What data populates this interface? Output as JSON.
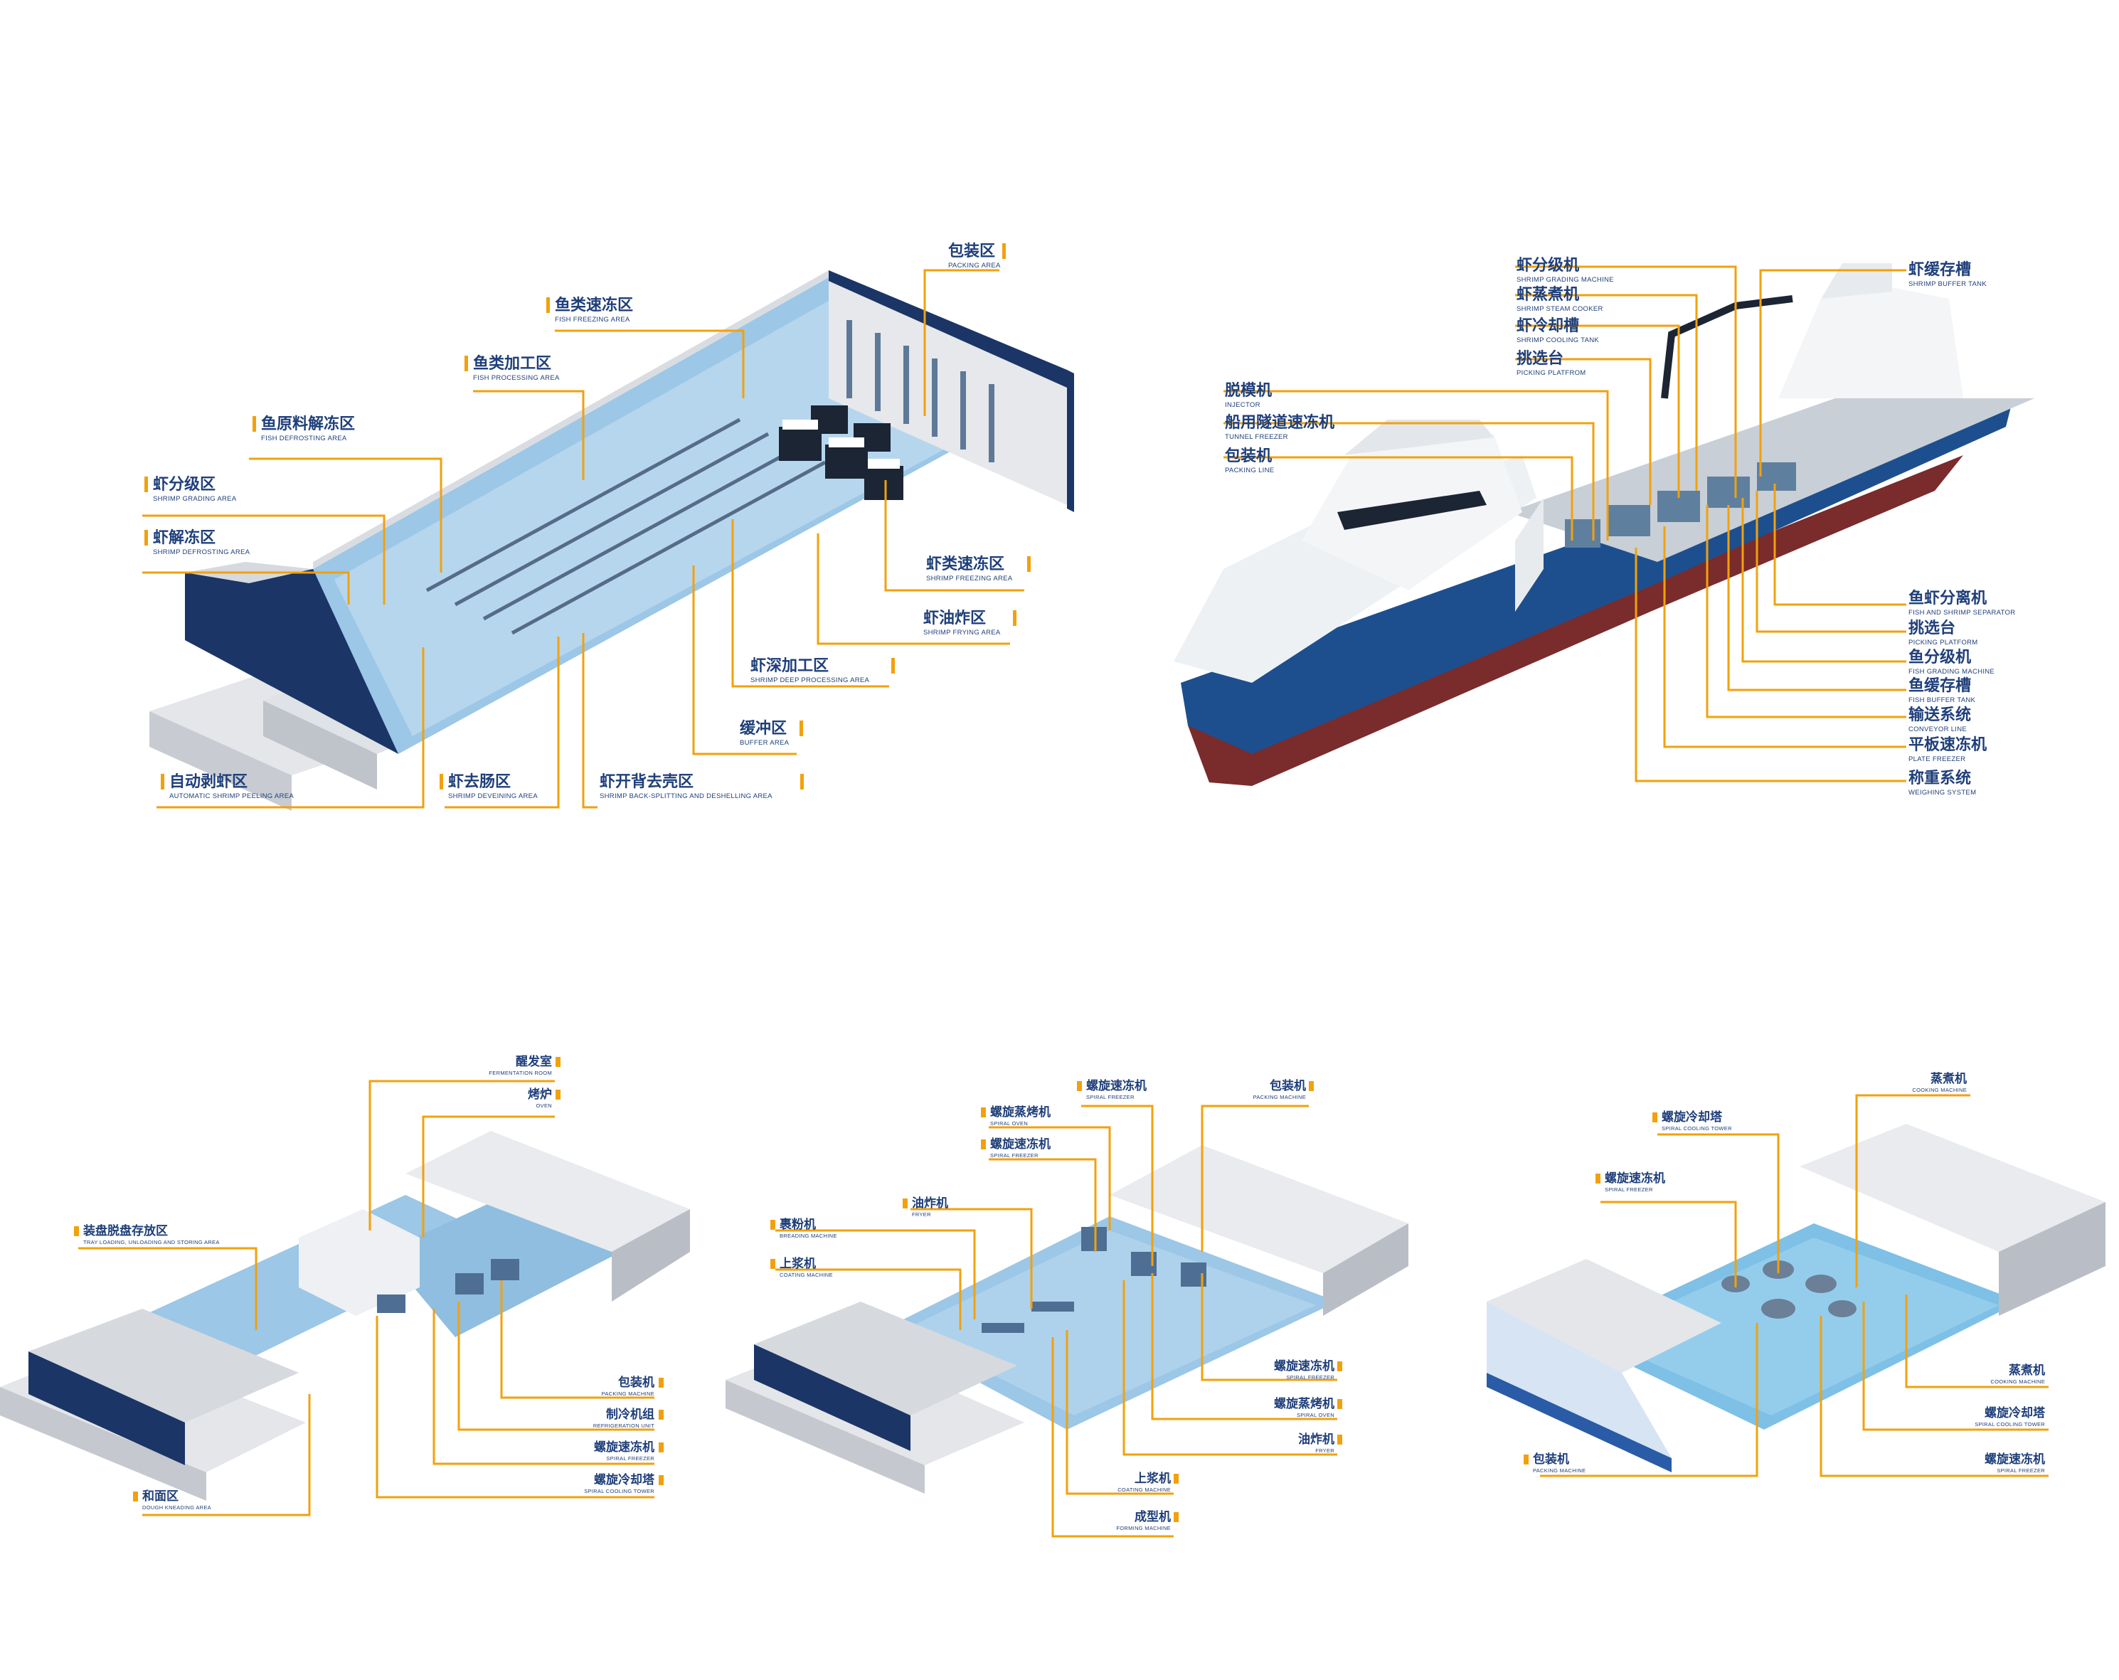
{
  "colors": {
    "accent": "#f2a10c",
    "label": "#1f3f7a",
    "hull_blue": "#1d4f8f",
    "hull_red": "#7a2b2b",
    "floor_blue": "#7fb6dc",
    "wall_grey": "#c9ccd1"
  },
  "factory_ship": {
    "labels": [
      {
        "cn": "包装区",
        "en": "PACKING AREA"
      },
      {
        "cn": "鱼类速冻区",
        "en": "FISH FREEZING AREA"
      },
      {
        "cn": "鱼类加工区",
        "en": "FISH PROCESSING AREA"
      },
      {
        "cn": "鱼原料解冻区",
        "en": "FISH DEFROSTING AREA"
      },
      {
        "cn": "虾分级区",
        "en": "SHRIMP GRADING AREA"
      },
      {
        "cn": "虾解冻区",
        "en": "SHRIMP DEFROSTING AREA"
      },
      {
        "cn": "虾类速冻区",
        "en": "SHRIMP FREEZING AREA"
      },
      {
        "cn": "虾油炸区",
        "en": "SHRIMP FRYING AREA"
      },
      {
        "cn": "虾深加工区",
        "en": "SHRIMP DEEP PROCESSING AREA"
      },
      {
        "cn": "缓冲区",
        "en": "BUFFER AREA"
      },
      {
        "cn": "自动剥虾区",
        "en": "AUTOMATIC SHRIMP PEELING AREA"
      },
      {
        "cn": "虾去肠区",
        "en": "SHRIMP DEVEINING AREA"
      },
      {
        "cn": "虾开背去壳区",
        "en": "SHRIMP BACK-SPLITTING AND DESHELLING AREA"
      }
    ]
  },
  "vessel": {
    "labels": [
      {
        "cn": "虾分级机",
        "en": "SHRIMP GRADING MACHINE"
      },
      {
        "cn": "虾蒸煮机",
        "en": "SHRIMP STEAM COOKER"
      },
      {
        "cn": "虾冷却槽",
        "en": "SHRIMP COOLING TANK"
      },
      {
        "cn": "挑选台",
        "en": "PICKING PLATFROM"
      },
      {
        "cn": "脱模机",
        "en": "INJECTOR"
      },
      {
        "cn": "船用隧道速冻机",
        "en": "TUNNEL FREEZER"
      },
      {
        "cn": "包装机",
        "en": "PACKING LINE"
      },
      {
        "cn": "虾缓存槽",
        "en": "SHRIMP BUFFER TANK"
      },
      {
        "cn": "鱼虾分离机",
        "en": "FISH AND SHRIMP SEPARATOR"
      },
      {
        "cn": "挑选台",
        "en": "PICKING PLATFORM"
      },
      {
        "cn": "鱼分级机",
        "en": "FISH GRADING MACHINE"
      },
      {
        "cn": "鱼缓存槽",
        "en": "FISH  BUFFER TANK"
      },
      {
        "cn": "输送系统",
        "en": "CONVEYOR LINE"
      },
      {
        "cn": "平板速冻机",
        "en": "PLATE FREEZER"
      },
      {
        "cn": "称重系统",
        "en": "WEIGHING SYSTEM"
      }
    ]
  },
  "bakery_plant": {
    "labels": [
      {
        "cn": "醒发室",
        "en": "FERMENTATION ROOM"
      },
      {
        "cn": "烤炉",
        "en": "OVEN"
      },
      {
        "cn": "装盘脱盘存放区",
        "en": "TRAY LOADING, UNLOADING AND STORING AREA"
      },
      {
        "cn": "包装机",
        "en": "PACKING MACHINE"
      },
      {
        "cn": "制冷机组",
        "en": "REFRIGERATION UNIT"
      },
      {
        "cn": "螺旋速冻机",
        "en": "SPIRAL FREEZER"
      },
      {
        "cn": "螺旋冷却塔",
        "en": "SPIRAL COOLING TOWER"
      },
      {
        "cn": "和面区",
        "en": "DOUGH KNEADING AREA"
      }
    ]
  },
  "fried_food_plant": {
    "labels": [
      {
        "cn": "螺旋速冻机",
        "en": "SPIRAL FREEZER"
      },
      {
        "cn": "包装机",
        "en": "PACKING MACHINE"
      },
      {
        "cn": "螺旋蒸烤机",
        "en": "SPIRAL OVEN"
      },
      {
        "cn": "螺旋速冻机",
        "en": "SPIRAL FREEZER"
      },
      {
        "cn": "油炸机",
        "en": "FRYER"
      },
      {
        "cn": "裹粉机",
        "en": "BREADING MACHINE"
      },
      {
        "cn": "上浆机",
        "en": "COATING MACHINE"
      },
      {
        "cn": "螺旋速冻机",
        "en": "SPIRAL FREEZER"
      },
      {
        "cn": "螺旋蒸烤机",
        "en": "SPIRAL OVEN"
      },
      {
        "cn": "油炸机",
        "en": "FRYER"
      },
      {
        "cn": "上浆机",
        "en": "COATING MACHINE"
      },
      {
        "cn": "成型机",
        "en": "FORMING MACHINE"
      }
    ]
  },
  "cooked_food_plant": {
    "labels": [
      {
        "cn": "蒸煮机",
        "en": "COOKING MACHINE"
      },
      {
        "cn": "螺旋冷却塔",
        "en": "SPIRAL COOLING TOWER"
      },
      {
        "cn": "螺旋速冻机",
        "en": "SPIRAL FREEZER"
      },
      {
        "cn": "蒸煮机",
        "en": "COOKING MACHINE"
      },
      {
        "cn": "螺旋冷却塔",
        "en": "SPIRAL COOLING TOWER"
      },
      {
        "cn": "包装机",
        "en": "PACKING MACHINE"
      },
      {
        "cn": "螺旋速冻机",
        "en": "SPIRAL FREEZER"
      }
    ]
  }
}
